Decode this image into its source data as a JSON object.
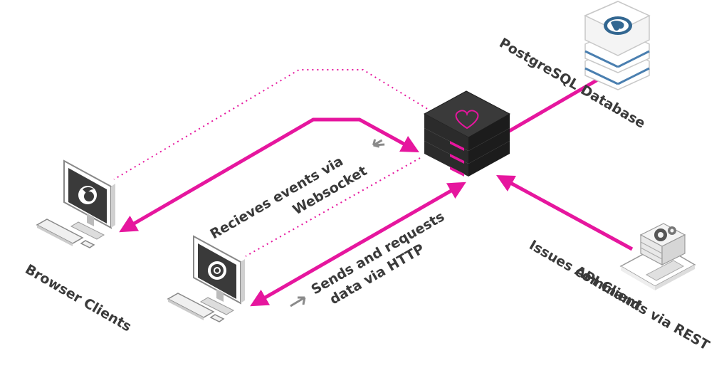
{
  "labels": {
    "database": "PostgreSQL Database",
    "browser_clients": "Browser Clients",
    "api_client": "API Client",
    "api_client_sub": "Issues commands via REST",
    "websocket_line1": "Recieves events via",
    "websocket_line2": "Websocket",
    "http_line1": "Sends and requests",
    "http_line2": "data via HTTP"
  },
  "colors": {
    "accent": "#e6169e",
    "server_body": "#2b2b2b",
    "arrow_gray": "#8a8a8a",
    "db_stripe": "#4a7fb0",
    "text": "#3a3a3a"
  },
  "icons": {
    "server": "server-stack-icon",
    "database": "postgresql-elephant-icon",
    "firefox": "firefox-logo-icon",
    "chrome": "chrome-logo-icon",
    "api": "gear-stack-icon"
  }
}
